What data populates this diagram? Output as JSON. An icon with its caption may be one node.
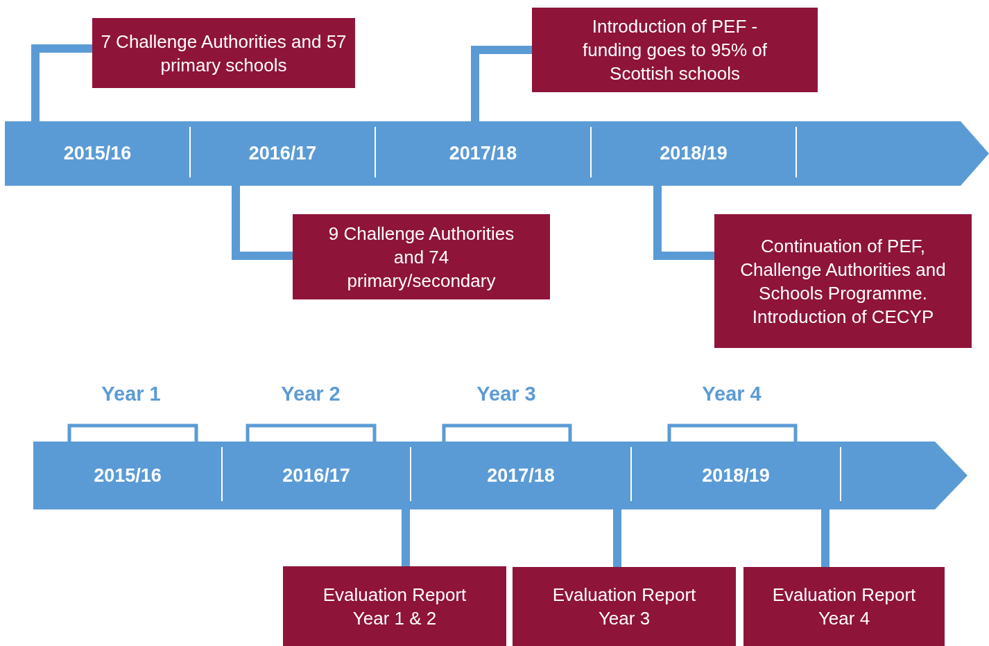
{
  "diagram": {
    "nodes": [
      {
        "text": [
          "7 Challenge Authorities and 57 primary schools"
        ]
      },
      {
        "text": [
          "Introduction of PEF - funding goes to 95% of Scottish schools"
        ]
      },
      {
        "text": [],
        "shape": "arrow"
      },
      {
        "text": [
          "2015/16"
        ],
        "in": 2
      },
      {
        "text": [
          "2016/17"
        ],
        "in": 2
      },
      {
        "text": [
          "2017/18"
        ],
        "in": 2
      },
      {
        "text": [
          "2018/19"
        ],
        "in": 2
      },
      {
        "text": [
          "9 Challenge Authorities and 74 primary/secondary"
        ]
      },
      {
        "text": [
          "Continuation of PEF, Challenge Authorities and Schools Programme. Introduction of CECYP"
        ]
      },
      {
        "text": [],
        "shape": "arrow"
      },
      {
        "text": [
          "2015/16"
        ],
        "in": 9
      },
      {
        "text": [
          "2016/17"
        ],
        "in": 9
      },
      {
        "text": [
          "2017/18"
        ],
        "in": 9
      },
      {
        "text": [
          "2018/19"
        ],
        "in": 9
      },
      {
        "text": [
          "Evaluation Report Year 1 & 2"
        ]
      },
      {
        "text": [
          "Evaluation Report Year 3"
        ]
      },
      {
        "text": [
          "Evaluation Report Year 4"
        ]
      }
    ],
    "edges": [
      {
        "from": 0,
        "to": 3,
        "arrow": "none"
      },
      {
        "from": 1,
        "to": 5,
        "arrow": "none"
      },
      {
        "from": 7,
        "to": 4,
        "arrow": "none"
      },
      {
        "from": 8,
        "to": 6,
        "arrow": "none"
      },
      {
        "from": 14,
        "to": 11,
        "arrow": "none"
      },
      {
        "from": 15,
        "to": 12,
        "arrow": "none"
      },
      {
        "from": 16,
        "to": 13,
        "arrow": "none"
      }
    ],
    "labels": [
      "Year 1",
      "Year 2",
      "Year 3",
      "Year 4"
    ]
  }
}
